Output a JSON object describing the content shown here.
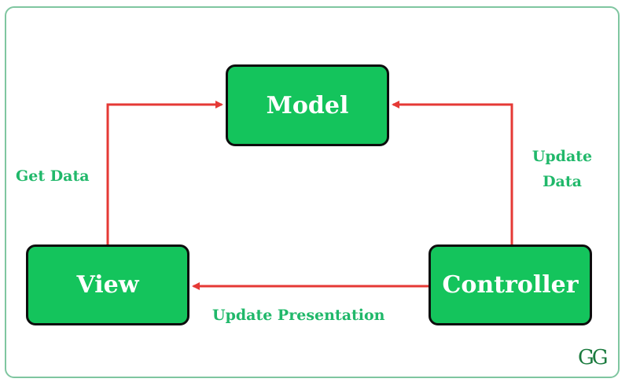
{
  "diagram": {
    "nodes": {
      "model": "Model",
      "view": "View",
      "controller": "Controller"
    },
    "edges": {
      "get_data": "Get Data",
      "update_data_line1": "Update",
      "update_data_line2": "Data",
      "update_presentation": "Update Presentation"
    },
    "logo_text": "GG"
  },
  "colors": {
    "node_fill": "#14c45c",
    "node_border": "#0d0d0d",
    "arrow": "#e53935",
    "edge_label": "#20b86a",
    "frame_border": "#7fc6a0"
  }
}
